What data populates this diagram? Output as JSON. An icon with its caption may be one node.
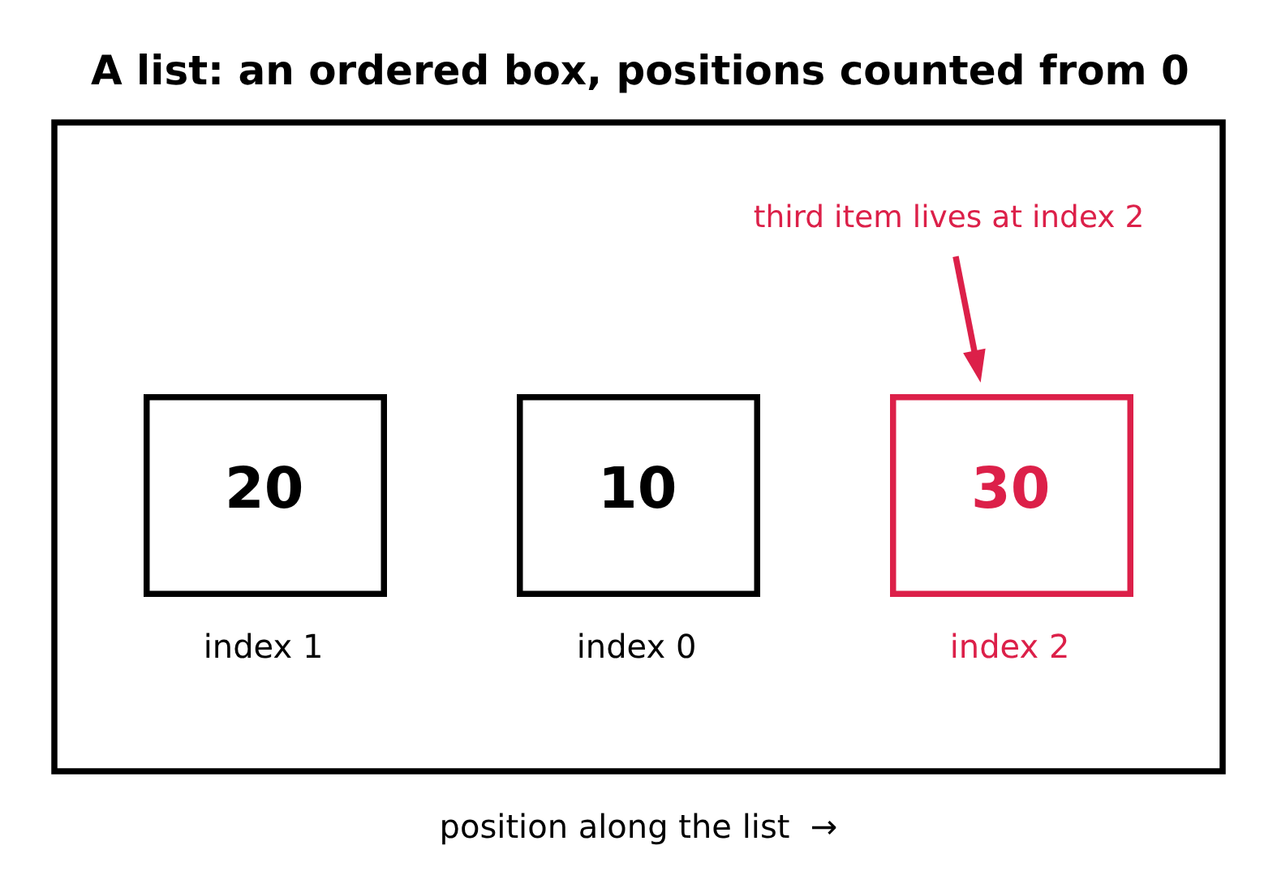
{
  "diagram": {
    "title": "A list: an ordered box, positions counted from 0",
    "caption": "position along the list  →",
    "nodes": [
      {
        "text": [],
        "shape": "box"
      },
      {
        "text": [
          "10"
        ],
        "in": 0,
        "beside": [
          "index 0"
        ]
      },
      {
        "text": [
          "20"
        ],
        "in": 0,
        "beside": [
          "index 1"
        ]
      },
      {
        "text": [
          "30"
        ],
        "in": 0,
        "beside": [
          "index 2"
        ]
      },
      {
        "text": [
          "third item lives at index 2"
        ],
        "in": 0
      }
    ],
    "edges": [
      {
        "from": 4,
        "to": 3,
        "arrow": "to",
        "color": "#dc2049"
      }
    ]
  }
}
